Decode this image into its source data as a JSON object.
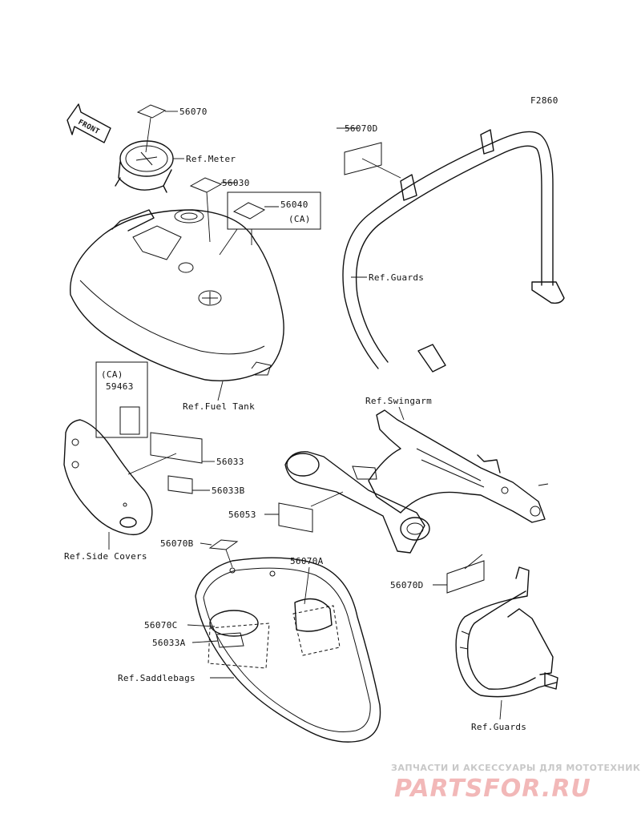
{
  "figure_code": "F2860",
  "front_arrow_text": "FRONT",
  "labels": {
    "p56070_top": "56070",
    "ref_meter": "Ref.Meter",
    "p56030": "56030",
    "p56040": "56040",
    "ca_56040": "(CA)",
    "p56070D_top": "56070D",
    "ref_guards_top": "Ref.Guards",
    "ref_fuel_tank": "Ref.Fuel Tank",
    "ca_59463": "(CA)",
    "p59463": "59463",
    "ref_swingarm": "Ref.Swingarm",
    "p56033": "56033",
    "p56033B": "56033B",
    "p56053": "56053",
    "ref_side_covers": "Ref.Side Covers",
    "p56070B": "56070B",
    "p56070A": "56070A",
    "p56070D_bottom": "56070D",
    "p56070C": "56070C",
    "p56033A": "56033A",
    "ref_saddlebags": "Ref.Saddlebags",
    "ref_guards_bottom": "Ref.Guards"
  },
  "watermark": {
    "line1": "ЗАПЧАСТИ И АКСЕССУАРЫ ДЛЯ МОТОТЕХНИКИ",
    "line2": "PARTSFOR.RU"
  }
}
